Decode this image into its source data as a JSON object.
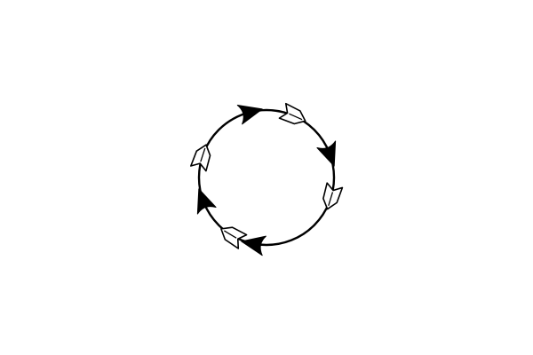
{
  "graphic": {
    "icon": "circular-arrows-icon",
    "stroke_color": "#000000",
    "fill_color": "#ffffff",
    "arrow_heads": [
      "solid",
      "outline",
      "solid",
      "outline",
      "solid",
      "outline",
      "solid",
      "outline"
    ]
  }
}
